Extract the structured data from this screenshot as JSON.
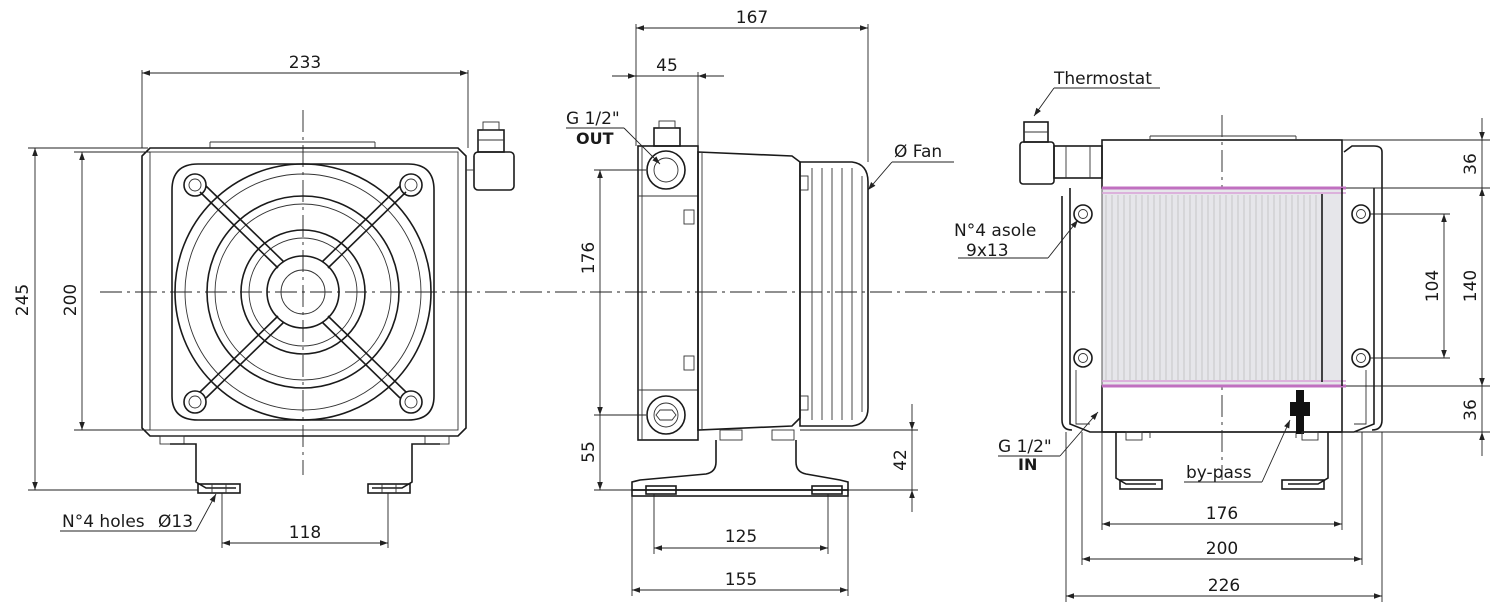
{
  "dimensions": {
    "front_width": "233",
    "front_height_total": "245",
    "front_height_core": "200",
    "front_feet_spacing": "118",
    "side_total_width": "167",
    "side_port_offset": "45",
    "side_port_spacing": "176",
    "side_base_height": "55",
    "side_base_offset": "42",
    "side_feet_spacing": "125",
    "side_base_width": "155",
    "rear_top_margin": "36",
    "rear_slot_spacing": "104",
    "rear_core_height": "140",
    "rear_bottom_margin": "36",
    "rear_core_width": "176",
    "rear_frame_width": "200",
    "rear_total_width": "226"
  },
  "labels": {
    "holes": "N°4 holes",
    "holes_dia": "Ø13",
    "out_thread": "G 1/2\"",
    "out": "OUT",
    "fan": "Ø Fan",
    "thermostat": "Thermostat",
    "slots": "N°4 asole",
    "slots_size": "9x13",
    "in_thread": "G 1/2\"",
    "in": "IN",
    "bypass": "by-pass"
  }
}
